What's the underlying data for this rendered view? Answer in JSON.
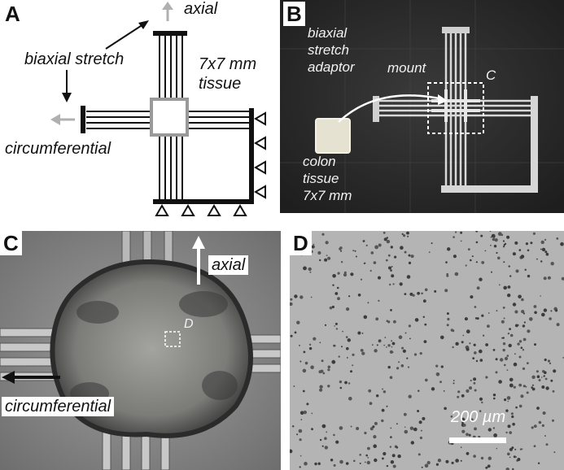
{
  "figure": {
    "panels": [
      {
        "id": "A",
        "letter": "A",
        "labels": {
          "axial": "axial",
          "biaxial_stretch": "biaxial stretch",
          "tissue_line1": "7x7 mm",
          "tissue_line2": "tissue",
          "circumferential": "circumferential"
        }
      },
      {
        "id": "B",
        "letter": "B",
        "labels": {
          "adaptor_line1": "biaxial",
          "adaptor_line2": "stretch",
          "adaptor_line3": "adaptor",
          "mount": "mount",
          "c_marker": "C",
          "colon_line1": "colon",
          "colon_line2": "tissue",
          "colon_line3": "7x7 mm"
        }
      },
      {
        "id": "C",
        "letter": "C",
        "labels": {
          "axial": "axial",
          "d_marker": "D",
          "circumferential": "circumferential"
        }
      },
      {
        "id": "D",
        "letter": "D",
        "labels": {
          "scale_bar": "200 µm"
        }
      }
    ],
    "colors": {
      "schematic_line": "#111111",
      "tissue_outline": "#9a9a9a",
      "arrow_gray": "#b0b0b0",
      "photo_dark": "#2b2b2b",
      "micro_bg": "#b4b4b4"
    }
  }
}
